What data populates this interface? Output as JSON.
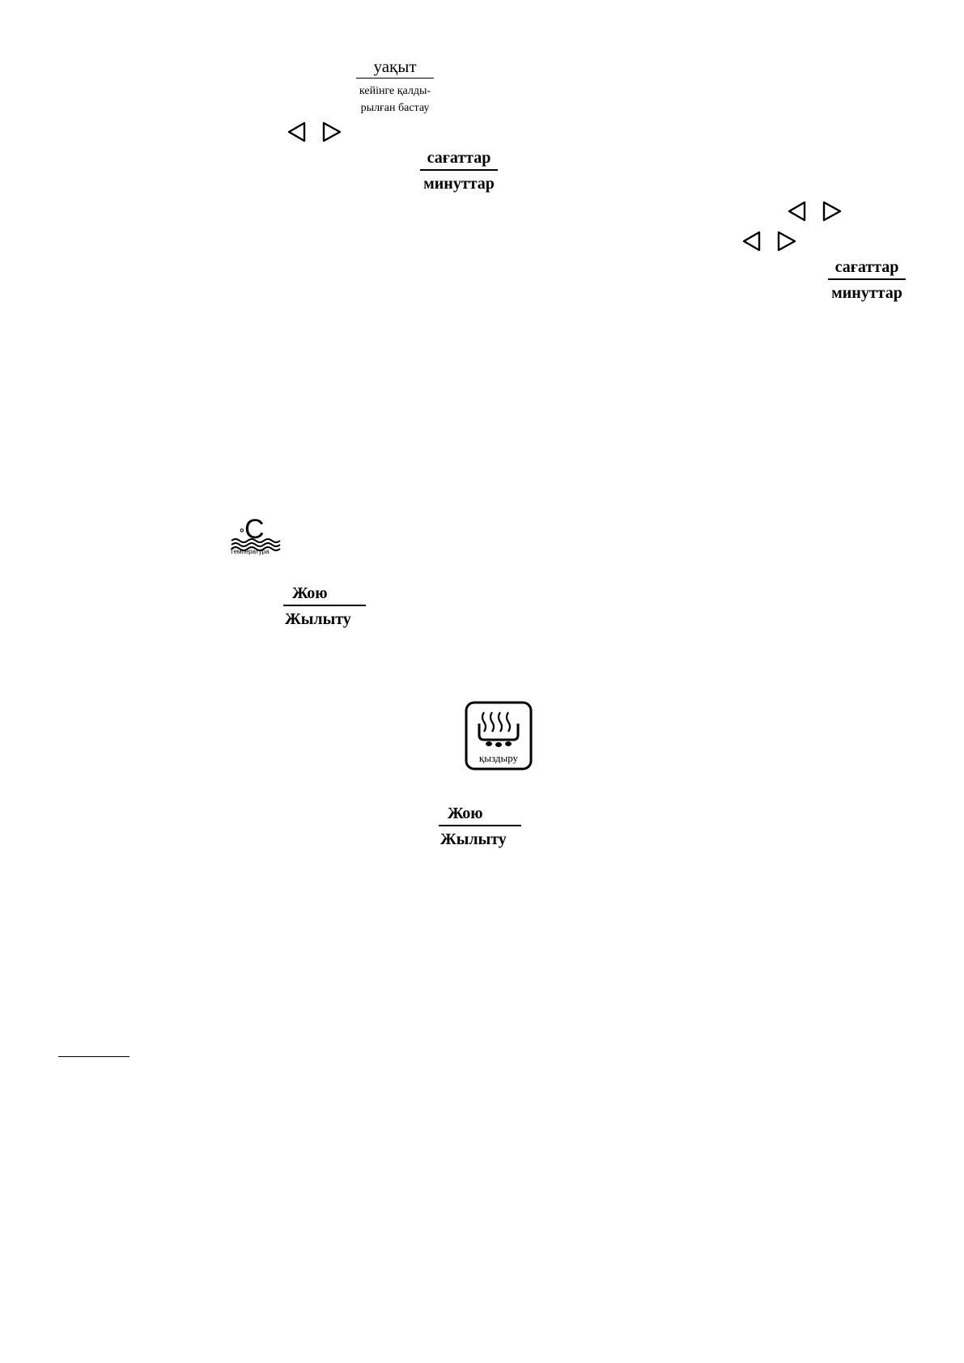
{
  "time_label": {
    "top": "уақыт",
    "bottom_line1": "кейінге қалды-",
    "bottom_line2": "рылған бастау"
  },
  "hours_minutes_1": {
    "top": "сағаттар",
    "bottom": "минуттар"
  },
  "hours_minutes_2": {
    "top": "сағаттар",
    "bottom": "минуттар"
  },
  "temperature_icon": {
    "symbol": "°C",
    "caption": "Температура",
    "icon": "temperature-icon"
  },
  "clean_heat_1": {
    "top": "Жою",
    "bottom": "Жылыту"
  },
  "heating_icon": {
    "caption": "қыздыру",
    "icon": "heating-icon"
  },
  "clean_heat_2": {
    "top": "Жою",
    "bottom": "Жылыту"
  }
}
